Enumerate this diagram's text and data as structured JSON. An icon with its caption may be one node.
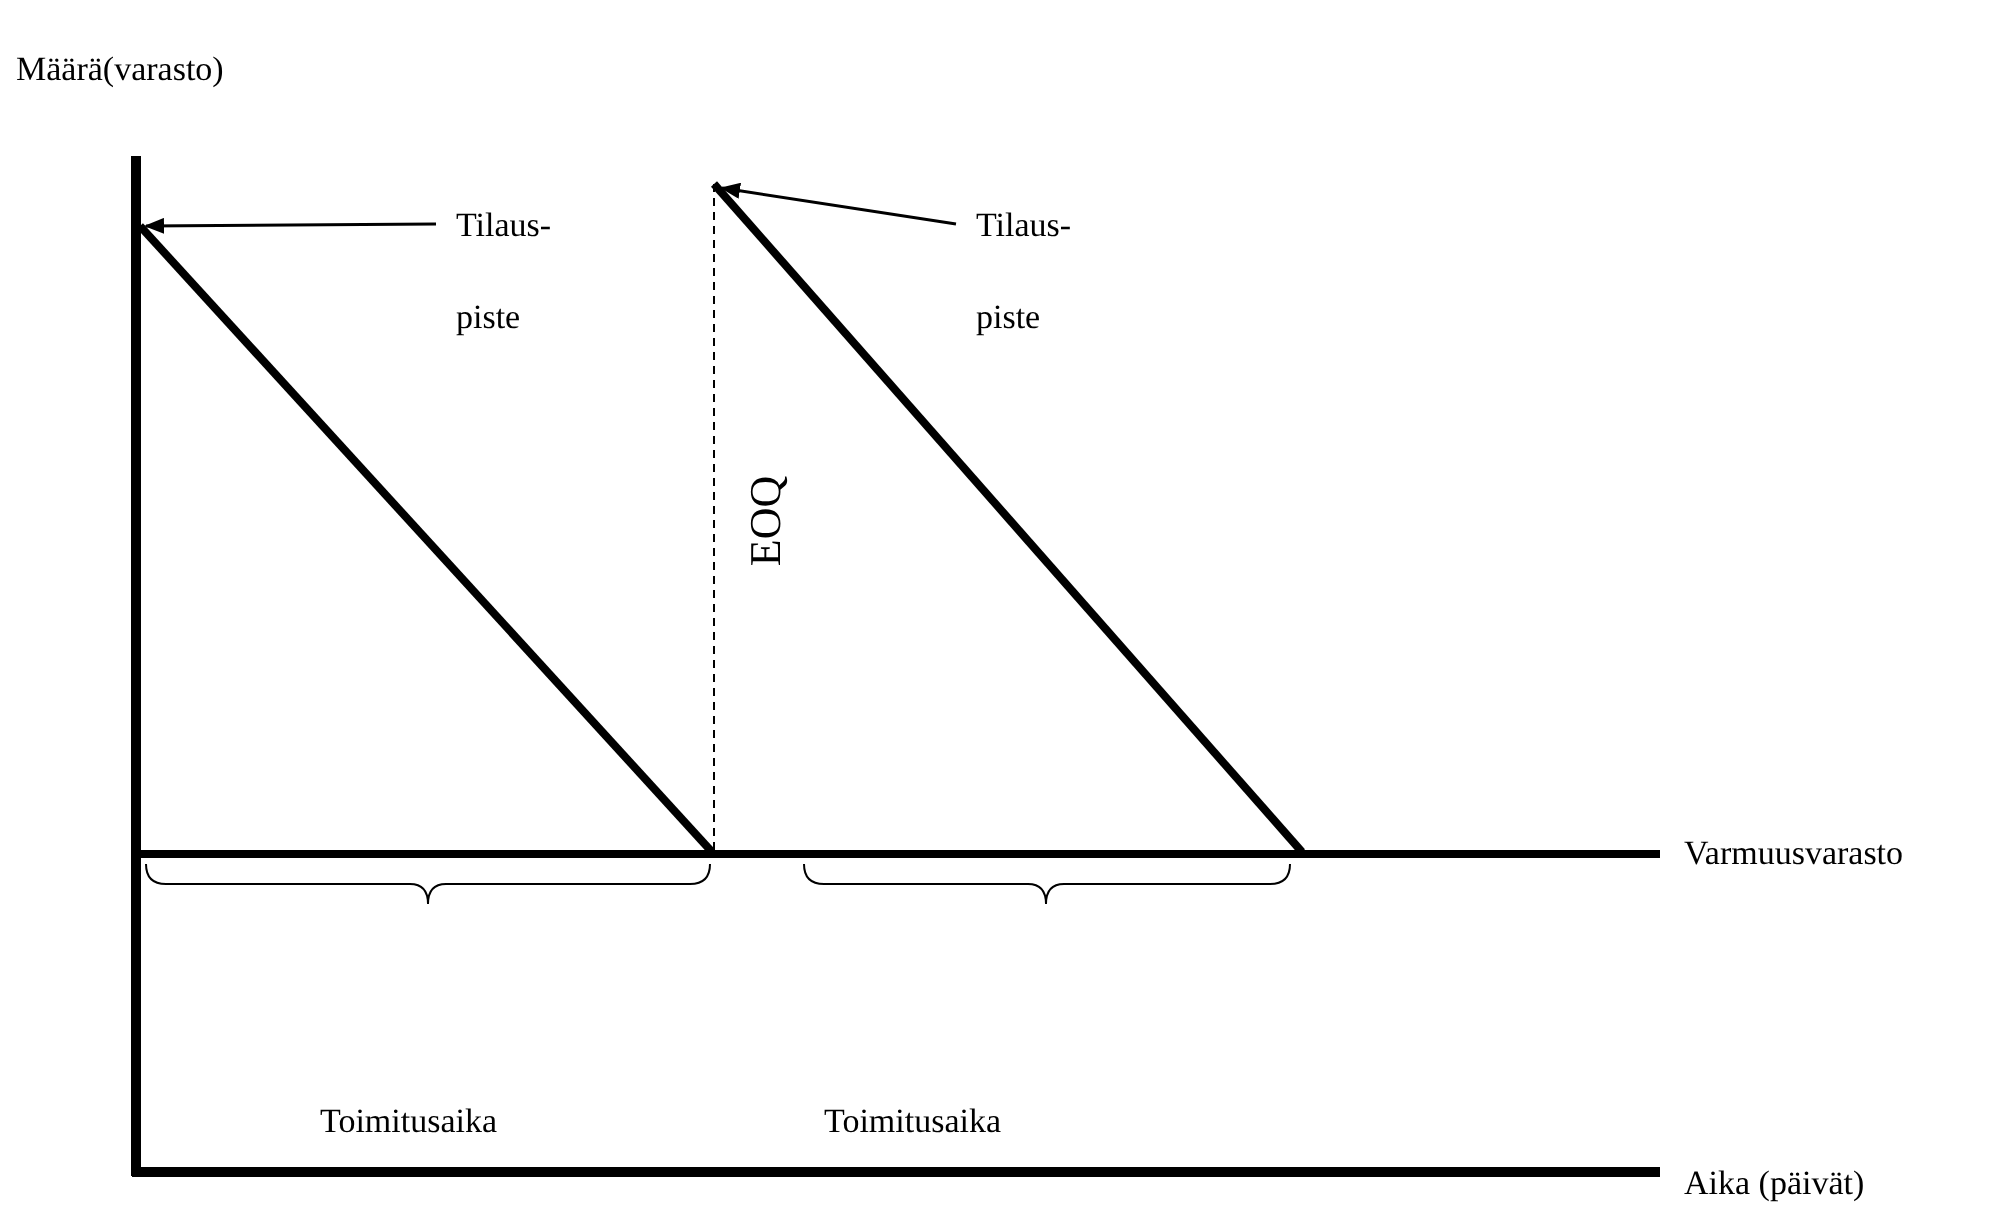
{
  "diagram": {
    "nodes": [
      {
        "text": [
          "Tilaus- piste"
        ]
      },
      {
        "text": [
          "Tilaus- piste"
        ]
      }
    ],
    "edges": [
      {
        "from": 0,
        "to": null,
        "arrow": "to"
      },
      {
        "from": 1,
        "to": null,
        "arrow": "to"
      }
    ],
    "labels": [
      "Määrä(varasto)",
      "EOQ",
      "Varmuusvarasto",
      "Toimitusaika",
      "Toimitusaika",
      "Aika (päivät)"
    ]
  }
}
